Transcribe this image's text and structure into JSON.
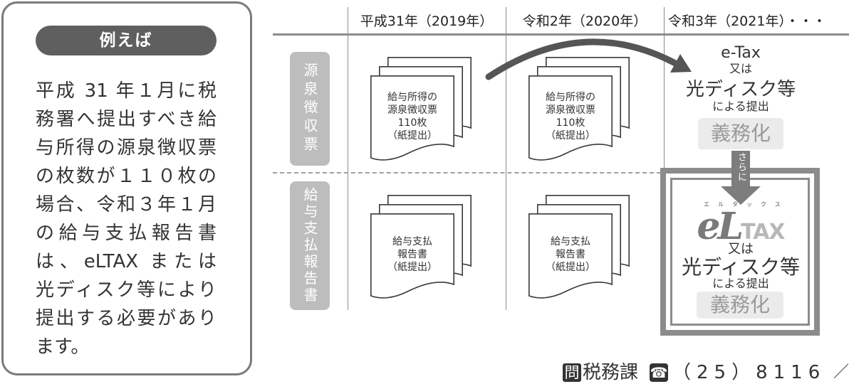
{
  "callout": {
    "heading": "例えば",
    "lines": [
      "平成 31 年１月に税",
      "務署へ提出すべき給",
      "与所得の源泉徴収票",
      "の枚数が１１０枚の",
      "場合、令和３年１月",
      "の給与支払報告書",
      "は、eLTAX または",
      "光ディスク等により",
      "提出する必要があり",
      "ます。"
    ]
  },
  "columns": [
    "平成31年（2019年）",
    "令和2年（2020年）",
    "令和3年（2021年）・・・"
  ],
  "rows": [
    {
      "label": "源泉徴収票",
      "documents": [
        {
          "lines": [
            "給与所得の",
            "源泉徴収票",
            "110枚",
            "（紙提出）"
          ]
        },
        {
          "lines": [
            "給与所得の",
            "源泉徴収票",
            "110枚",
            "（紙提出）"
          ]
        }
      ]
    },
    {
      "label": "給与支払報告書",
      "documents": [
        {
          "lines": [
            "給与支払",
            "報告書",
            "（紙提出）"
          ]
        },
        {
          "lines": [
            "給与支払",
            "報告書",
            "（紙提出）"
          ]
        }
      ]
    }
  ],
  "etax_cell": {
    "title": "e-Tax",
    "conjunction": "又は",
    "alternative": "光ディスク等",
    "method": "による提出",
    "badge": "義務化"
  },
  "further_arrow": "さらに",
  "eltax_cell": {
    "logo": {
      "ruby": "エルタックス",
      "main": "eL",
      "sub": "TAX"
    },
    "conjunction": "又は",
    "alternative": "光ディスク等",
    "method": "による提出",
    "badge": "義務化"
  },
  "contact": {
    "inquiry_mark": "問",
    "department": "税務課",
    "phone_icon": "telephone-icon",
    "phone": "（25）8116",
    "trailing": "／"
  },
  "colors": {
    "frame": "#8c8c8c",
    "heading_pill": "#5f5f5f",
    "row_label": "#bdbdbd",
    "badge_bg": "#ebebeb",
    "badge_text": "#9a9a9a",
    "arrow": "#555555",
    "further_arrow": "#7d7d7d",
    "text": "#333333"
  }
}
